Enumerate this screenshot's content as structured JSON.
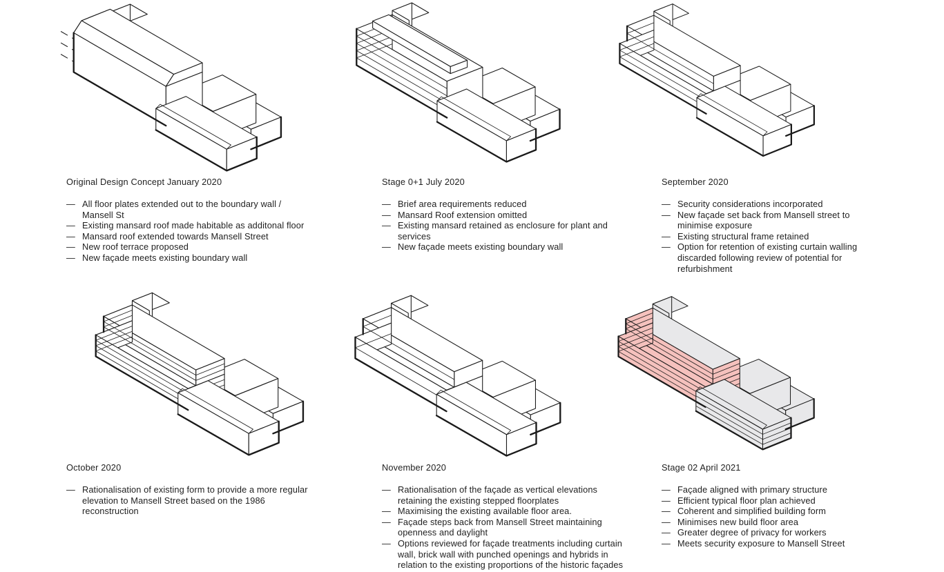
{
  "bullet_prefix": "—",
  "colors": {
    "ink": "#1f1f1f",
    "line": "#1a1a1a",
    "mass-grey": "#e8e8ea",
    "highlight-pink": "#f5c1bd",
    "paper": "#ffffff"
  },
  "panels": [
    {
      "title": "Original Design Concept January 2020",
      "bullets": [
        "All floor plates extended out to the boundary wall / Mansell St",
        "Existing mansard roof made habitable as additonal floor",
        "Mansard roof extended towards Mansell Street",
        "New roof terrace proposed",
        "New façade meets existing boundary wall"
      ]
    },
    {
      "title": "Stage 0+1 July 2020",
      "bullets": [
        "Brief area requirements reduced",
        "Mansard Roof extension omitted",
        "Existing mansard retained as enclosure for plant and services",
        "New façade meets existing boundary wall"
      ]
    },
    {
      "title": "September 2020",
      "bullets": [
        "Security considerations incorporated",
        "New façade set back from Mansell street to minimise exposure",
        "Existing structural frame retained",
        "Option for retention of existing curtain walling discarded following review of potential for refurbishment"
      ]
    },
    {
      "title": "October 2020",
      "bullets": [
        "Rationalisation of existing form to provide a more regular elevation to Mansell Street based on the 1986 reconstruction"
      ]
    },
    {
      "title": "November 2020",
      "bullets": [
        "Rationalisation of the façade as vertical elevations retaining the existing stepped floorplates",
        "Maximising the existing available floor area.",
        "Façade steps back from Mansell Street maintaining openness and daylight",
        "Options reviewed for façade treatments including curtain wall, brick wall with punched openings and hybrids in relation to the existing proportions of the historic façades"
      ]
    },
    {
      "title": "Stage 02 April 2021",
      "bullets": [
        "Façade aligned with primary structure",
        "Efficient typical floor plan achieved",
        "Coherent and simplified building form",
        "Minimises new build floor area",
        "Greater degree of privacy for workers",
        "Meets security exposure to Mansell Street"
      ]
    }
  ]
}
